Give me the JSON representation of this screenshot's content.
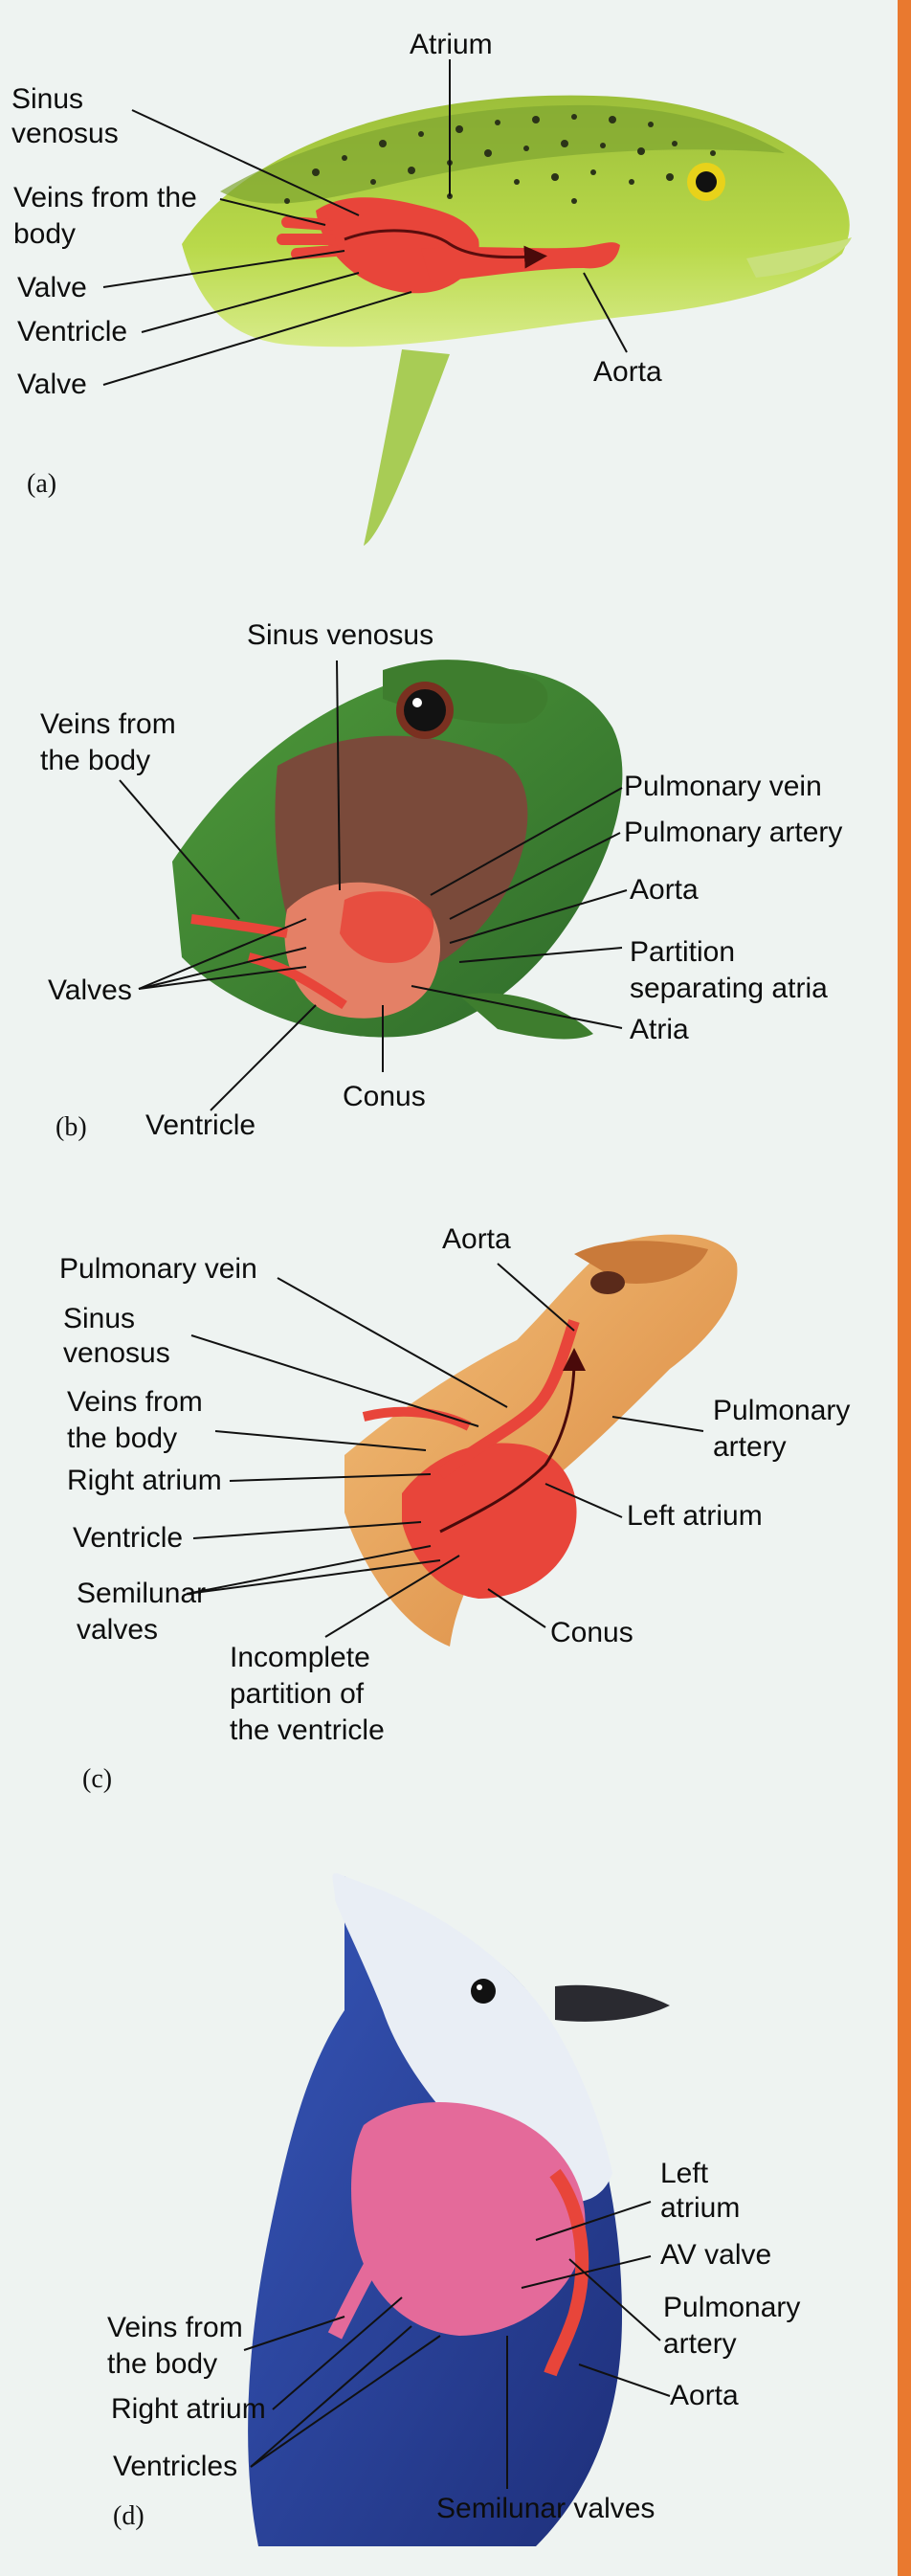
{
  "panels": [
    {
      "id": "a",
      "letter": "(a)",
      "labels": {
        "atrium": "Atrium",
        "sinus_venosus": "Sinus venosus",
        "veins_from_body": "Veins from the body",
        "valve_1": "Valve",
        "ventricle": "Ventricle",
        "valve_2": "Valve",
        "aorta": "Aorta"
      }
    },
    {
      "id": "b",
      "letter": "(b)",
      "labels": {
        "sinus_venosus": "Sinus venosus",
        "veins_from_body": "Veins from the body",
        "pulmonary_vein": "Pulmonary vein",
        "pulmonary_artery": "Pulmonary artery",
        "aorta": "Aorta",
        "partition": "Partition separating atria",
        "atria": "Atria",
        "valves": "Valves",
        "conus": "Conus",
        "ventricle": "Ventricle"
      }
    },
    {
      "id": "c",
      "letter": "(c)",
      "labels": {
        "aorta": "Aorta",
        "pulmonary_vein": "Pulmonary vein",
        "sinus_venosus": "Sinus venosus",
        "veins_from_body": "Veins from the body",
        "right_atrium": "Right atrium",
        "ventricle": "Ventricle",
        "semilunar_valves": "Semilunar valves",
        "incomplete_partition": "Incomplete partition of the ventricle",
        "pulmonary_artery": "Pulmonary artery",
        "left_atrium": "Left atrium",
        "conus": "Conus"
      }
    },
    {
      "id": "d",
      "letter": "(d)",
      "labels": {
        "left_atrium": "Left atrium",
        "av_valve": "AV valve",
        "pulmonary_artery": "Pulmonary artery",
        "aorta": "Aorta",
        "veins_from_body": "Veins from the body",
        "right_atrium": "Right atrium",
        "ventricles": "Ventricles",
        "semilunar_valves": "Semilunar valves"
      }
    }
  ]
}
